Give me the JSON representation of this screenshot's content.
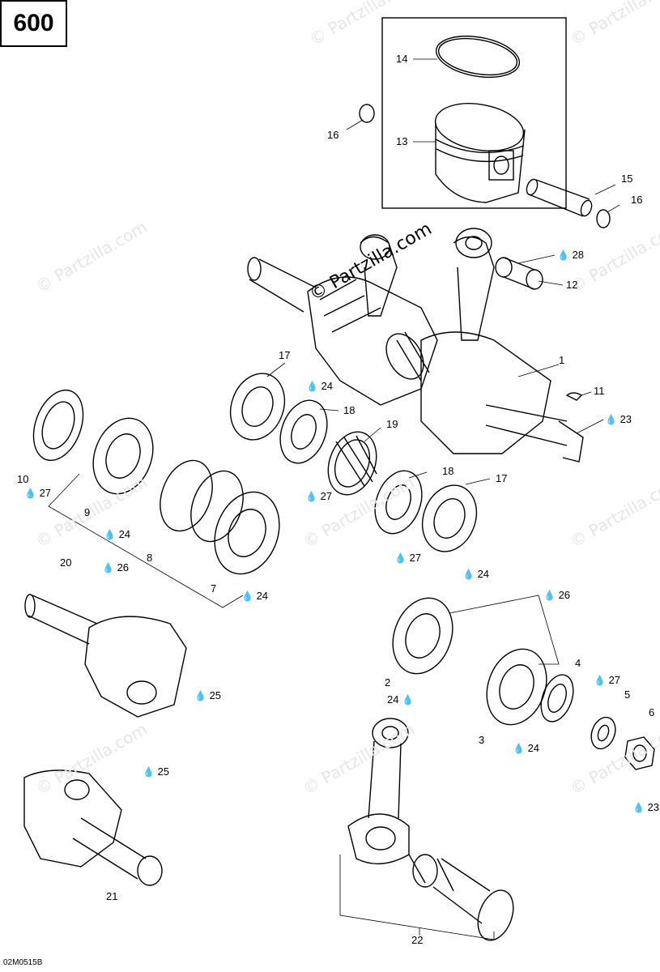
{
  "model": "600",
  "reference": "02M0515B",
  "watermark": "© Partzilla.com",
  "drop_icon": "oil-drop-icon",
  "callouts": [
    {
      "id": "14",
      "text": "14"
    },
    {
      "id": "16a",
      "text": "16"
    },
    {
      "id": "13",
      "text": "13"
    },
    {
      "id": "15",
      "text": "15"
    },
    {
      "id": "16b",
      "text": "16"
    },
    {
      "id": "28",
      "text": "28",
      "drop": true
    },
    {
      "id": "12",
      "text": "12"
    },
    {
      "id": "1",
      "text": "1"
    },
    {
      "id": "11",
      "text": "11"
    },
    {
      "id": "23a",
      "text": "23",
      "drop": true
    },
    {
      "id": "17a",
      "text": "17"
    },
    {
      "id": "24a",
      "text": "24",
      "drop": true
    },
    {
      "id": "18a",
      "text": "18"
    },
    {
      "id": "19",
      "text": "19"
    },
    {
      "id": "27a",
      "text": "27",
      "drop": true
    },
    {
      "id": "18b",
      "text": "18"
    },
    {
      "id": "17b",
      "text": "17"
    },
    {
      "id": "27b",
      "text": "27",
      "drop": true
    },
    {
      "id": "24b",
      "text": "24",
      "drop": true
    },
    {
      "id": "10",
      "text": "10"
    },
    {
      "id": "27c",
      "text": "27",
      "drop": true
    },
    {
      "id": "9",
      "text": "9"
    },
    {
      "id": "24c",
      "text": "24",
      "drop": true
    },
    {
      "id": "8",
      "text": "8"
    },
    {
      "id": "26a",
      "text": "26",
      "drop": true
    },
    {
      "id": "7",
      "text": "7"
    },
    {
      "id": "24d",
      "text": "24",
      "drop": true
    },
    {
      "id": "20",
      "text": "20"
    },
    {
      "id": "25a",
      "text": "25",
      "drop": true
    },
    {
      "id": "26b",
      "text": "26",
      "drop": true
    },
    {
      "id": "2",
      "text": "2"
    },
    {
      "id": "24e",
      "text": "24",
      "drop": true,
      "drop_after": true
    },
    {
      "id": "4",
      "text": "4"
    },
    {
      "id": "27d",
      "text": "27",
      "drop": true
    },
    {
      "id": "5",
      "text": "5"
    },
    {
      "id": "6",
      "text": "6"
    },
    {
      "id": "3",
      "text": "3"
    },
    {
      "id": "24f",
      "text": "24",
      "drop": true
    },
    {
      "id": "23b",
      "text": "23",
      "drop": true
    },
    {
      "id": "25b",
      "text": "25",
      "drop": true
    },
    {
      "id": "21",
      "text": "21"
    },
    {
      "id": "22",
      "text": "22"
    }
  ]
}
